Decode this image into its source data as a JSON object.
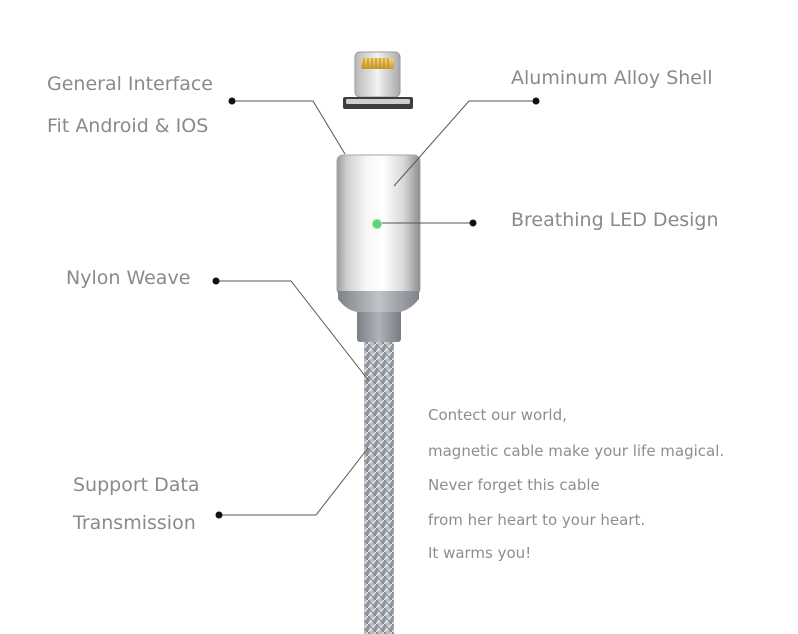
{
  "labels": {
    "general_interface_line1": "General Interface",
    "general_interface_line2": "Fit Android & IOS",
    "aluminum_shell": "Aluminum Alloy Shell",
    "breathing_led": "Breathing LED Design",
    "nylon_weave": "Nylon Weave",
    "support_data_line1": "Support Data",
    "support_data_line2": "Transmission"
  },
  "tagline": {
    "line1": "Contect our world,",
    "line2": "magnetic cable make your life magical.",
    "line3": "Never forget this cable",
    "line4": "from her heart to your heart.",
    "line5": "It warms you!"
  },
  "colors": {
    "text": "#8a8a8a",
    "leader_line": "#555555",
    "dot": "#111111",
    "led": "#5fd37a",
    "metal": "#c9c9c9",
    "braid": "#a7adb3"
  }
}
